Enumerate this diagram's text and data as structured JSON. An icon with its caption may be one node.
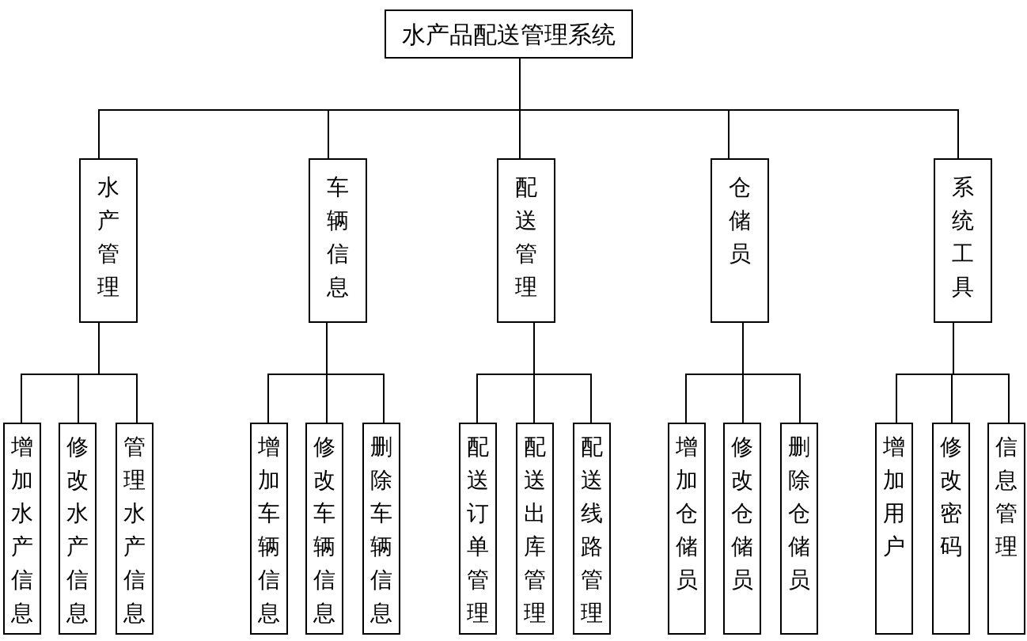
{
  "diagram": {
    "nodes": [
      {
        "text": [
          "水产品配送管理系统"
        ]
      },
      {
        "text": [
          "水产管理"
        ]
      },
      {
        "text": [
          "车辆信息"
        ]
      },
      {
        "text": [
          "配送管理"
        ]
      },
      {
        "text": [
          "仓储员"
        ]
      },
      {
        "text": [
          "系统工具"
        ]
      },
      {
        "text": [
          "增加水产信息"
        ]
      },
      {
        "text": [
          "修改水产信息"
        ]
      },
      {
        "text": [
          "管理水产信息"
        ]
      },
      {
        "text": [
          "增加车辆信息"
        ]
      },
      {
        "text": [
          "修改车辆信息"
        ]
      },
      {
        "text": [
          "删除车辆信息"
        ]
      },
      {
        "text": [
          "配送订单管理"
        ]
      },
      {
        "text": [
          "配送出库管理"
        ]
      },
      {
        "text": [
          "配送线路管理"
        ]
      },
      {
        "text": [
          "增加仓储员"
        ]
      },
      {
        "text": [
          "修改仓储员"
        ]
      },
      {
        "text": [
          "删除仓储员"
        ]
      },
      {
        "text": [
          "增加用户"
        ]
      },
      {
        "text": [
          "修改密码"
        ]
      },
      {
        "text": [
          "信息管理"
        ]
      }
    ],
    "edges": [
      {
        "from": 0,
        "to": 1,
        "arrow": "none"
      },
      {
        "from": 0,
        "to": 2,
        "arrow": "none"
      },
      {
        "from": 0,
        "to": 3,
        "arrow": "none"
      },
      {
        "from": 0,
        "to": 4,
        "arrow": "none"
      },
      {
        "from": 0,
        "to": 5,
        "arrow": "none"
      },
      {
        "from": 1,
        "to": 6,
        "arrow": "none"
      },
      {
        "from": 1,
        "to": 7,
        "arrow": "none"
      },
      {
        "from": 1,
        "to": 8,
        "arrow": "none"
      },
      {
        "from": 2,
        "to": 9,
        "arrow": "none"
      },
      {
        "from": 2,
        "to": 10,
        "arrow": "none"
      },
      {
        "from": 2,
        "to": 11,
        "arrow": "none"
      },
      {
        "from": 3,
        "to": 12,
        "arrow": "none"
      },
      {
        "from": 3,
        "to": 13,
        "arrow": "none"
      },
      {
        "from": 3,
        "to": 14,
        "arrow": "none"
      },
      {
        "from": 4,
        "to": 15,
        "arrow": "none"
      },
      {
        "from": 4,
        "to": 16,
        "arrow": "none"
      },
      {
        "from": 4,
        "to": 17,
        "arrow": "none"
      },
      {
        "from": 5,
        "to": 18,
        "arrow": "none"
      },
      {
        "from": 5,
        "to": 19,
        "arrow": "none"
      },
      {
        "from": 5,
        "to": 20,
        "arrow": "none"
      }
    ]
  }
}
